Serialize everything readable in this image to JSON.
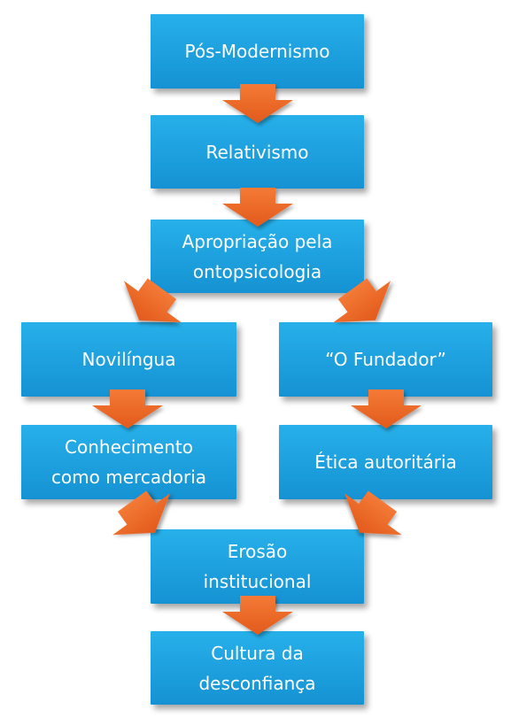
{
  "nodes": {
    "pos_modernismo": "Pós-Modernismo",
    "relativismo": "Relativismo",
    "apropriacao": "Apropriação pela\nontopsicologia",
    "novilingua": "Novilíngua",
    "o_fundador": "“O Fundador”",
    "conhecimento": "Conhecimento\ncomo mercadoria",
    "etica": "Ética autoritária",
    "erosao": "Erosão\ninstitucional",
    "cultura": "Cultura da\ndesconfiança"
  },
  "colors": {
    "box": "#1b9fdd",
    "arrow": "#ee6a2b"
  },
  "arrow_icon": "block-arrow-down-icon"
}
